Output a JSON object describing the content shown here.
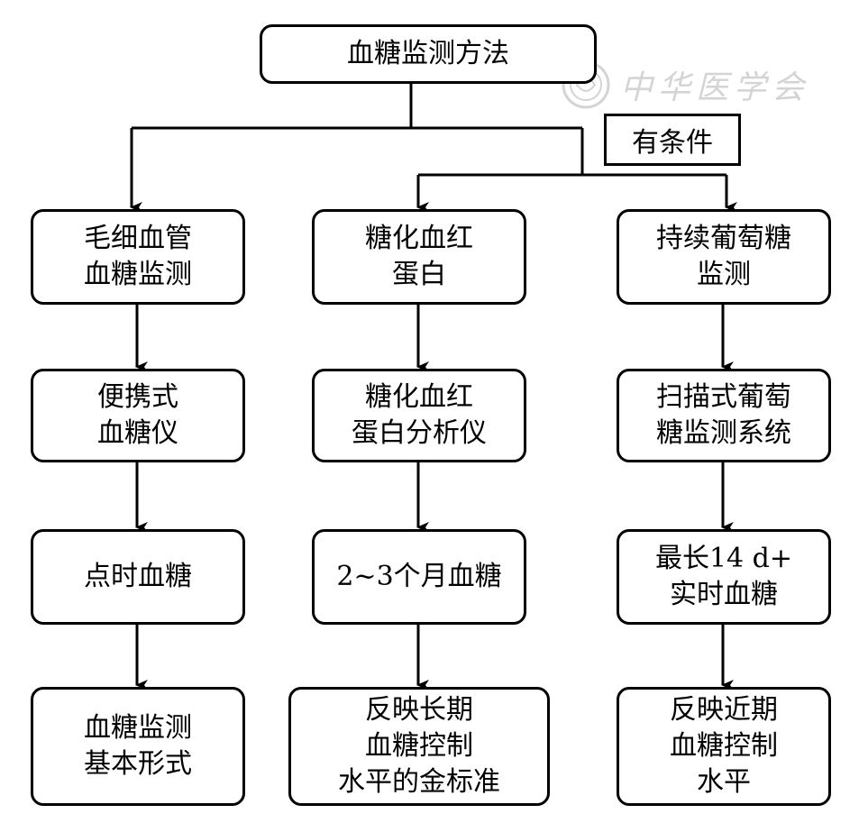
{
  "watermark": {
    "text": "中华医学会"
  },
  "root": {
    "label": "血糖监测方法"
  },
  "condition": {
    "label": "有条件"
  },
  "columns": [
    {
      "nodes": [
        {
          "lines": [
            "毛细血管",
            "血糖监测"
          ]
        },
        {
          "lines": [
            "便携式",
            "血糖仪"
          ]
        },
        {
          "lines": [
            "点时血糖"
          ]
        },
        {
          "lines": [
            "血糖监测",
            "基本形式"
          ]
        }
      ]
    },
    {
      "nodes": [
        {
          "lines": [
            "糖化血红",
            "蛋白"
          ]
        },
        {
          "lines": [
            "糖化血红",
            "蛋白分析仪"
          ]
        },
        {
          "lines": [
            "2~3个月血糖"
          ]
        },
        {
          "lines": [
            "反映长期",
            "血糖控制",
            "水平的金标准"
          ]
        }
      ]
    },
    {
      "nodes": [
        {
          "lines": [
            "持续葡萄糖",
            "监测"
          ]
        },
        {
          "lines": [
            "扫描式葡萄",
            "糖监测系统"
          ]
        },
        {
          "lines": [
            "最长14 d+",
            "实时血糖"
          ]
        },
        {
          "lines": [
            "反映近期",
            "血糖控制",
            "水平"
          ]
        }
      ]
    }
  ]
}
